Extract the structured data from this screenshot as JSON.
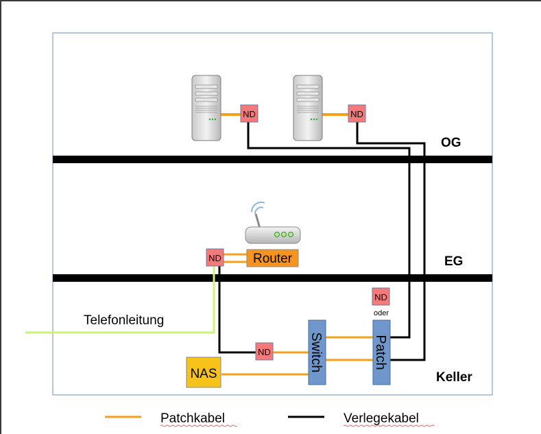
{
  "floors": [
    {
      "id": "og",
      "label": "OG"
    },
    {
      "id": "eg",
      "label": "EG"
    },
    {
      "id": "keller",
      "label": "Keller"
    }
  ],
  "devices": {
    "nd_label": "ND",
    "router_label": "Router",
    "switch_label": "Switch",
    "patch_label": "Patch",
    "nas_label": "NAS",
    "oder_label": "oder",
    "telefon_label": "Telefonleitung"
  },
  "legend": {
    "patch_label": "Patchkabel",
    "verlege_label": "Verlegekabel"
  },
  "colors": {
    "patch_cable": "#f5a01a",
    "verlege_cable": "#000000",
    "phone_line": "#ccf27a",
    "nd_box": "#f47a7a",
    "router_box": "#f7941d",
    "switch_box": "#6f97cc",
    "nas_box": "#f7c21a"
  }
}
